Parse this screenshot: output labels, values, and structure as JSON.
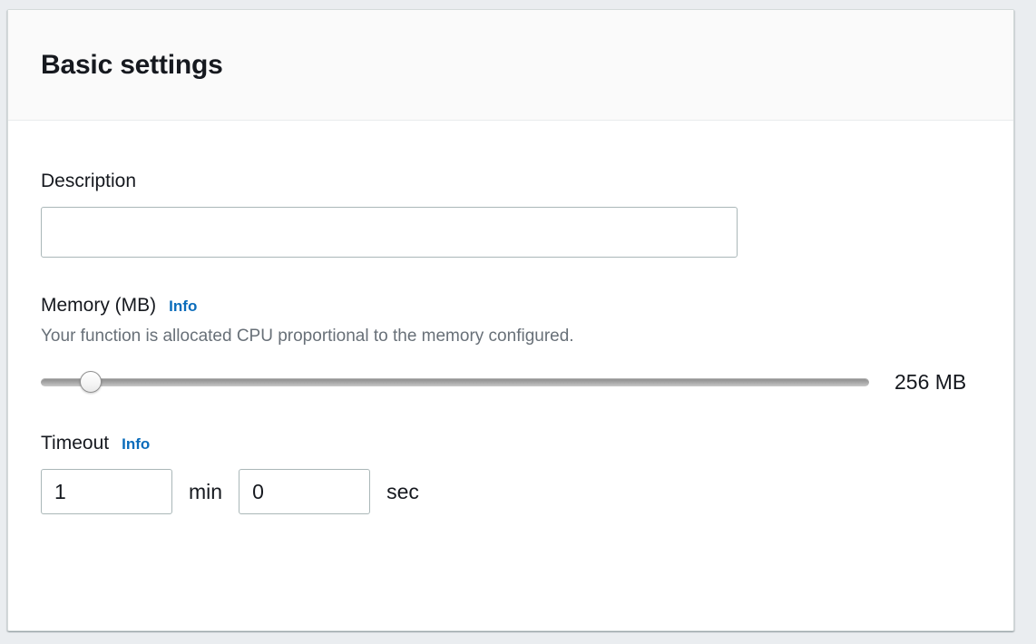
{
  "panel": {
    "title": "Basic settings"
  },
  "description_field": {
    "label": "Description",
    "value": "",
    "placeholder": ""
  },
  "memory_field": {
    "label": "Memory (MB)",
    "info_label": "Info",
    "hint": "Your function is allocated CPU proportional to the memory configured.",
    "value_label": "256 MB",
    "value": 256,
    "min": 128,
    "max": 10240,
    "thumb_percent": 6
  },
  "timeout_field": {
    "label": "Timeout",
    "info_label": "Info",
    "minutes_value": "1",
    "minutes_unit": "min",
    "seconds_value": "0",
    "seconds_unit": "sec"
  },
  "colors": {
    "accent_link": "#0a6cbb",
    "text_primary": "#16191f",
    "text_secondary": "#687078",
    "input_border": "#aab7b8",
    "panel_header_bg": "#fafafa",
    "page_bg": "#eaedf0"
  }
}
